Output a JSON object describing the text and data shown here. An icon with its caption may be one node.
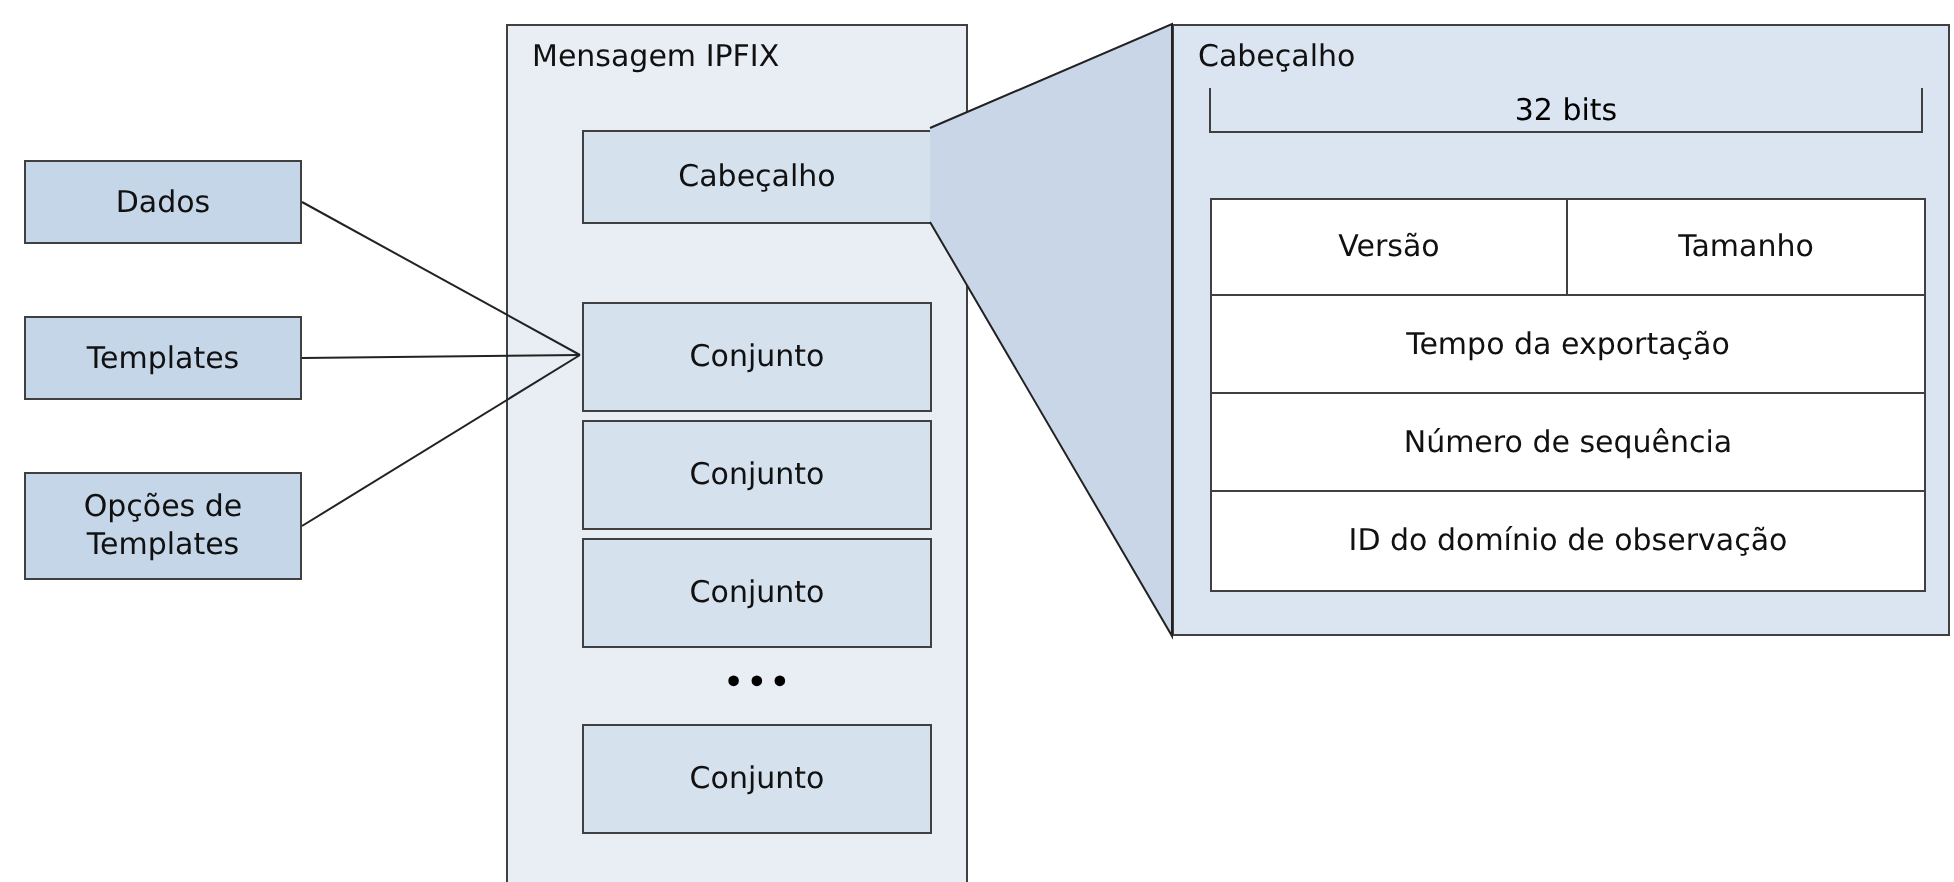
{
  "diagram": {
    "nodes": [
      {
        "text": [
          "Dados"
        ]
      },
      {
        "text": [
          "Templates"
        ]
      },
      {
        "text": [
          "Opções de Templates"
        ]
      },
      {
        "text": [
          "Mensagem IPFIX"
        ]
      },
      {
        "text": [
          "Cabeçalho"
        ],
        "in": 3
      },
      {
        "text": [
          "Conjunto"
        ],
        "in": 3
      },
      {
        "text": [
          "Conjunto"
        ],
        "in": 3
      },
      {
        "text": [
          "Conjunto"
        ],
        "in": 3
      },
      {
        "text": [
          "Conjunto"
        ],
        "in": 3
      },
      {
        "text": [
          "Cabeçalho"
        ]
      },
      {
        "text": [
          "Versão"
        ],
        "in": 9
      },
      {
        "text": [
          "Tamanho"
        ],
        "in": 9
      },
      {
        "text": [
          "Tempo da exportação"
        ],
        "in": 9
      },
      {
        "text": [
          "Número de sequência"
        ],
        "in": 9
      },
      {
        "text": [
          "ID do domínio de observação"
        ],
        "in": 9
      }
    ],
    "edges": [
      {
        "from": 0,
        "to": 5,
        "arrow": "none"
      },
      {
        "from": 1,
        "to": 5,
        "arrow": "none"
      },
      {
        "from": 2,
        "to": 5,
        "arrow": "none"
      },
      {
        "from": 4,
        "to": 9,
        "arrow": "none"
      }
    ],
    "labels": [
      "32 bits",
      "•••"
    ]
  }
}
